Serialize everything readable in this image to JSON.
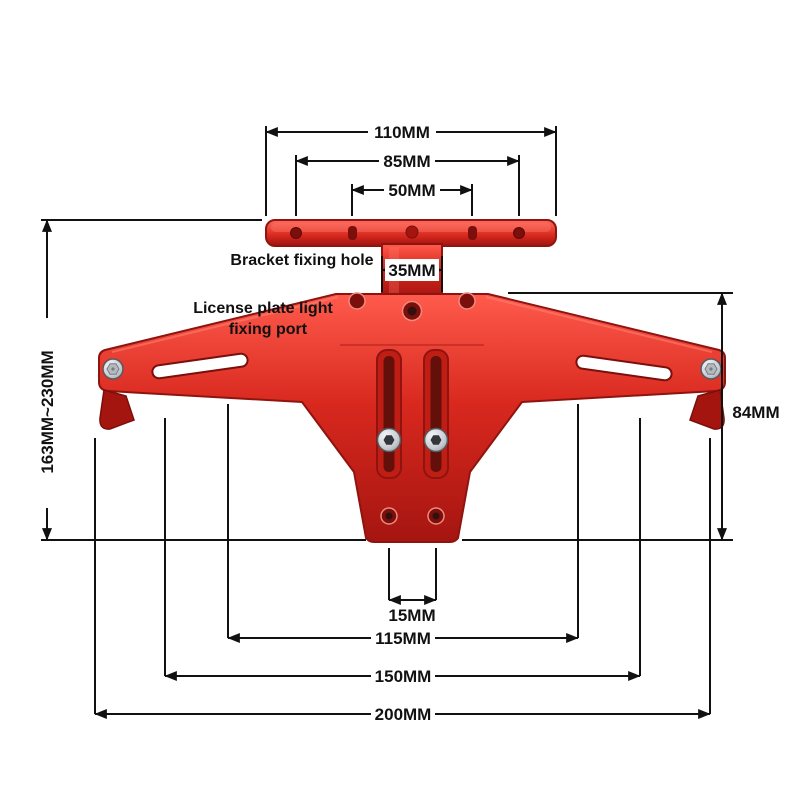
{
  "image": {
    "type": "product-dimension-diagram",
    "subject": "CNC motorcycle license plate bracket with measurement callouts",
    "colors": {
      "bracket_red": "#d8281e",
      "bracket_dark_red": "#8f1410",
      "bracket_highlight": "#ff8a7a",
      "hole_dark": "#7a0f0c",
      "bolt_silver": "#c9cdd3",
      "dimension_line": "#111111",
      "background": "#ffffff"
    }
  },
  "labels": {
    "bracket_fixing_hole": "Bracket fixing hole",
    "license_light_line1": "License plate light",
    "license_light_line2": "fixing port"
  },
  "dimensions": {
    "width_110": "110MM",
    "width_85": "85MM",
    "width_50": "50MM",
    "width_35": "35MM",
    "height_range": "163MM~230MM",
    "height_84": "84MM",
    "width_15": "15MM",
    "width_115": "115MM",
    "width_150": "150MM",
    "width_200": "200MM"
  }
}
